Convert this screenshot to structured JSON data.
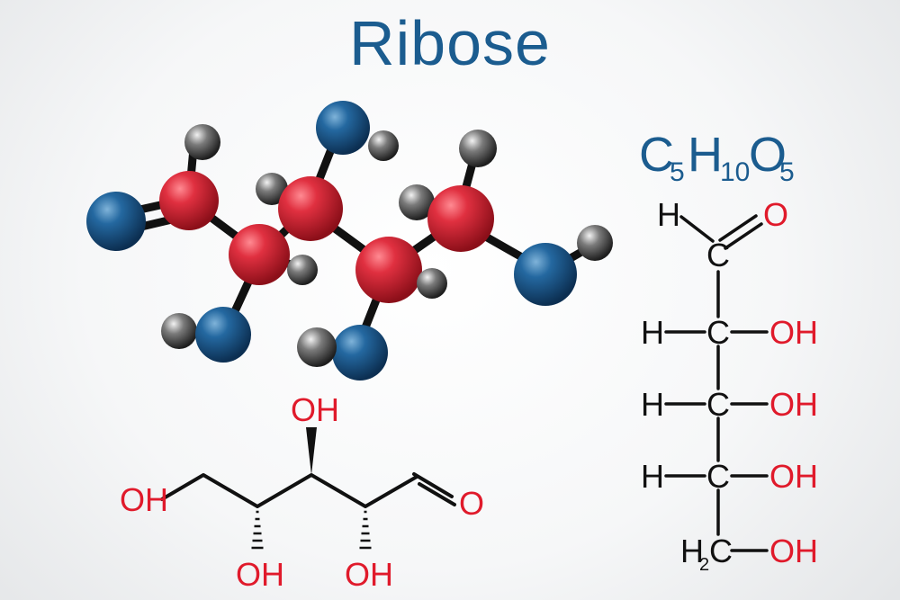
{
  "title": "Ribose",
  "colors": {
    "title": "#1b5c8f",
    "oxygen": "#e01a2b",
    "carbon_text": "#111111",
    "bond": "#111111",
    "atom_red": "#d8202e",
    "atom_blue": "#1d5c8f",
    "atom_gray": "#4a4a4a"
  },
  "formula": {
    "c": "C",
    "c_sub": "5",
    "h": "H",
    "h_sub": "10",
    "o": "O",
    "o_sub": "5"
  },
  "fischer": {
    "top_h": "H",
    "top_c": "C",
    "top_o": "O",
    "rows": [
      {
        "left": "H",
        "center": "C",
        "right": "OH"
      },
      {
        "left": "H",
        "center": "C",
        "right": "OH"
      },
      {
        "left": "H",
        "center": "C",
        "right": "OH"
      }
    ],
    "bottom": {
      "h": "H",
      "h_sub": "2",
      "c": "C",
      "right": "OH"
    }
  },
  "skeletal": {
    "left_oh": "OH",
    "top_oh": "OH",
    "bottom_oh_1": "OH",
    "bottom_oh_2": "OH",
    "aldehyde_o": "O"
  }
}
